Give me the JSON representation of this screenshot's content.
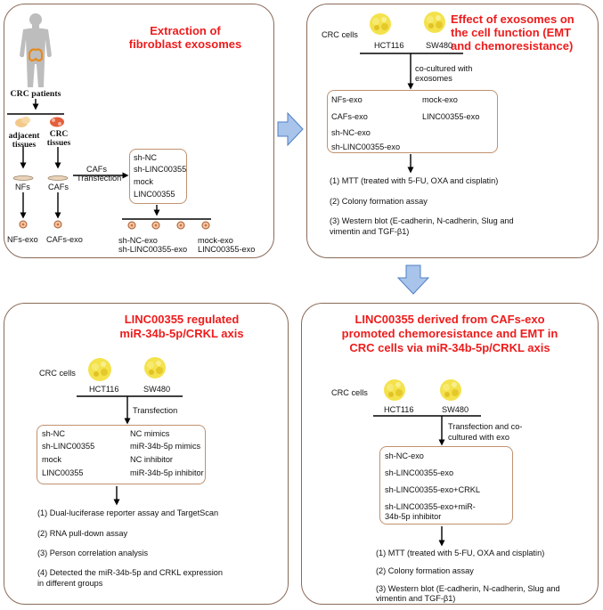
{
  "panel1": {
    "title_line1": "Extraction of",
    "title_line2": "fibroblast exosomes",
    "patients": "CRC patients",
    "adjacent_line1": "adjacent",
    "adjacent_line2": "tissues",
    "crc_line1": "CRC",
    "crc_line2": "tissues",
    "nfs": "NFs",
    "cafs": "CAFs",
    "nfs_exo": "NFs-exo",
    "cafs_exo": "CAFs-exo",
    "cafs_transfection_line1": "CAFs",
    "cafs_transfection_line2": "Transfection",
    "groups": [
      "sh-NC",
      "sh-LINC00355",
      "mock",
      "LINC00355"
    ],
    "exo_groups": [
      "sh-NC-exo",
      "sh-LINC00355-exo",
      "mock-exo",
      "LINC00355-exo"
    ]
  },
  "panel2": {
    "title_line1": "Effect of exosomes on",
    "title_line2": "the cell function (EMT",
    "title_line3": "and chemoresistance)",
    "crc_cells": "CRC cells",
    "cell_lines": [
      "HCT116",
      "SW480"
    ],
    "coculture_line1": "co-cultured with",
    "coculture_line2": "exosomes",
    "groups": [
      "NFs-exo",
      "mock-exo",
      "CAFs-exo",
      "LINC00355-exo",
      "sh-NC-exo",
      "sh-LINC00355-exo"
    ],
    "assays": [
      "(1) MTT (treated with 5-FU, OXA and cisplatin)",
      "(2) Colony formation assay",
      "(3) Western blot (E-cadherin, N-cadherin, Slug and",
      "vimentin and TGF-β1)"
    ]
  },
  "panel3": {
    "title_line1": "LINC00355 regulated",
    "title_line2": "miR-34b-5p/CRKL axis",
    "crc_cells": "CRC cells",
    "cell_lines": [
      "HCT116",
      "SW480"
    ],
    "transfection": "Transfection",
    "groups_left": [
      "sh-NC",
      "sh-LINC00355",
      "mock",
      "LINC00355"
    ],
    "groups_right": [
      "NC mimics",
      "miR-34b-5p mimics",
      "NC inhibitor",
      "miR-34b-5p inhibitor"
    ],
    "assays": [
      "(1) Dual-luciferase reporter assay and TargetScan",
      "(2) RNA pull-down assay",
      "(3) Person correlation analysis",
      "(4) Detected the  miR-34b-5p and CRKL expression",
      "in different groups"
    ]
  },
  "panel4": {
    "title_line1": "LINC00355 derived from CAFs-exo",
    "title_line2": "promoted chemoresistance and EMT in",
    "title_line3": "CRC cells via miR-34b-5p/CRKL axis",
    "crc_cells": "CRC cells",
    "cell_lines": [
      "HCT116",
      "SW480"
    ],
    "transfection_line1": "Transfection and co-",
    "transfection_line2": "cultured with exo",
    "groups": [
      "sh-NC-exo",
      "sh-LINC00355-exo",
      "sh-LINC00355-exo+CRKL",
      "sh-LINC00355-exo+miR-",
      "34b-5p inhibitor"
    ],
    "assays": [
      "(1) MTT (treated with 5-FU, OXA and cisplatin)",
      "(2) Colony formation assay",
      "(3) Western blot (E-cadherin, N-cadherin, Slug and",
      "vimentin and TGF-β1)"
    ]
  },
  "colors": {
    "title": "#ee1c1c",
    "panel_border": "#8a6a58",
    "subbox_border": "#c0916e",
    "arrow_fill": "#a9c4ea",
    "arrow_stroke": "#4f7fc4",
    "cell_yellow": "#f3df39"
  }
}
